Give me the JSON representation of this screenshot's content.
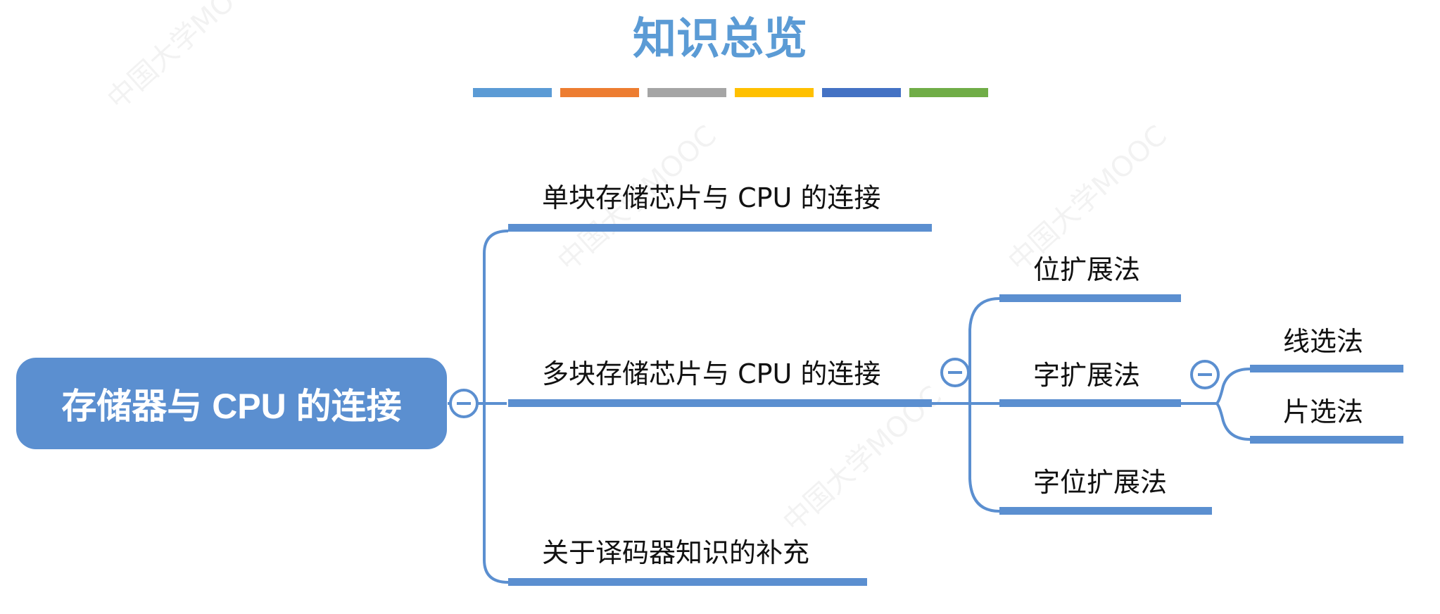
{
  "slide": {
    "title": "知识总览",
    "title_color": "#5b9bd5",
    "color_bar": [
      "#5b9bd5",
      "#ed7d31",
      "#a5a5a5",
      "#ffc000",
      "#4472c4",
      "#70ad47"
    ]
  },
  "mindmap": {
    "accent_color": "#5b8fd0",
    "root": "存储器与 CPU 的连接",
    "branches": [
      {
        "label": "单块存储芯片与 CPU 的连接"
      },
      {
        "label": "多块存储芯片与 CPU 的连接",
        "children": [
          {
            "label": "位扩展法"
          },
          {
            "label": "字扩展法",
            "children": [
              {
                "label": "线选法"
              },
              {
                "label": "片选法"
              }
            ]
          },
          {
            "label": "字位扩展法"
          }
        ]
      },
      {
        "label": "关于译码器知识的补充"
      }
    ],
    "collapse_symbol": "−"
  },
  "watermark": {
    "text": "中国大学MOOC"
  }
}
